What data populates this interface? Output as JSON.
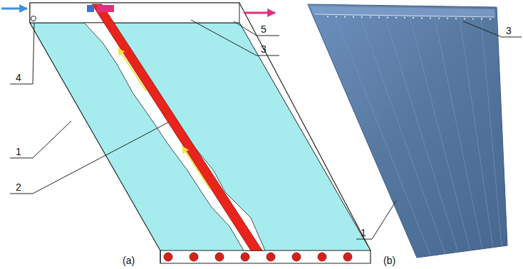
{
  "diagram": {
    "labels": [
      "5",
      "3",
      "4",
      "1",
      "2",
      "(a)",
      "3",
      "1",
      "(b)"
    ]
  }
}
